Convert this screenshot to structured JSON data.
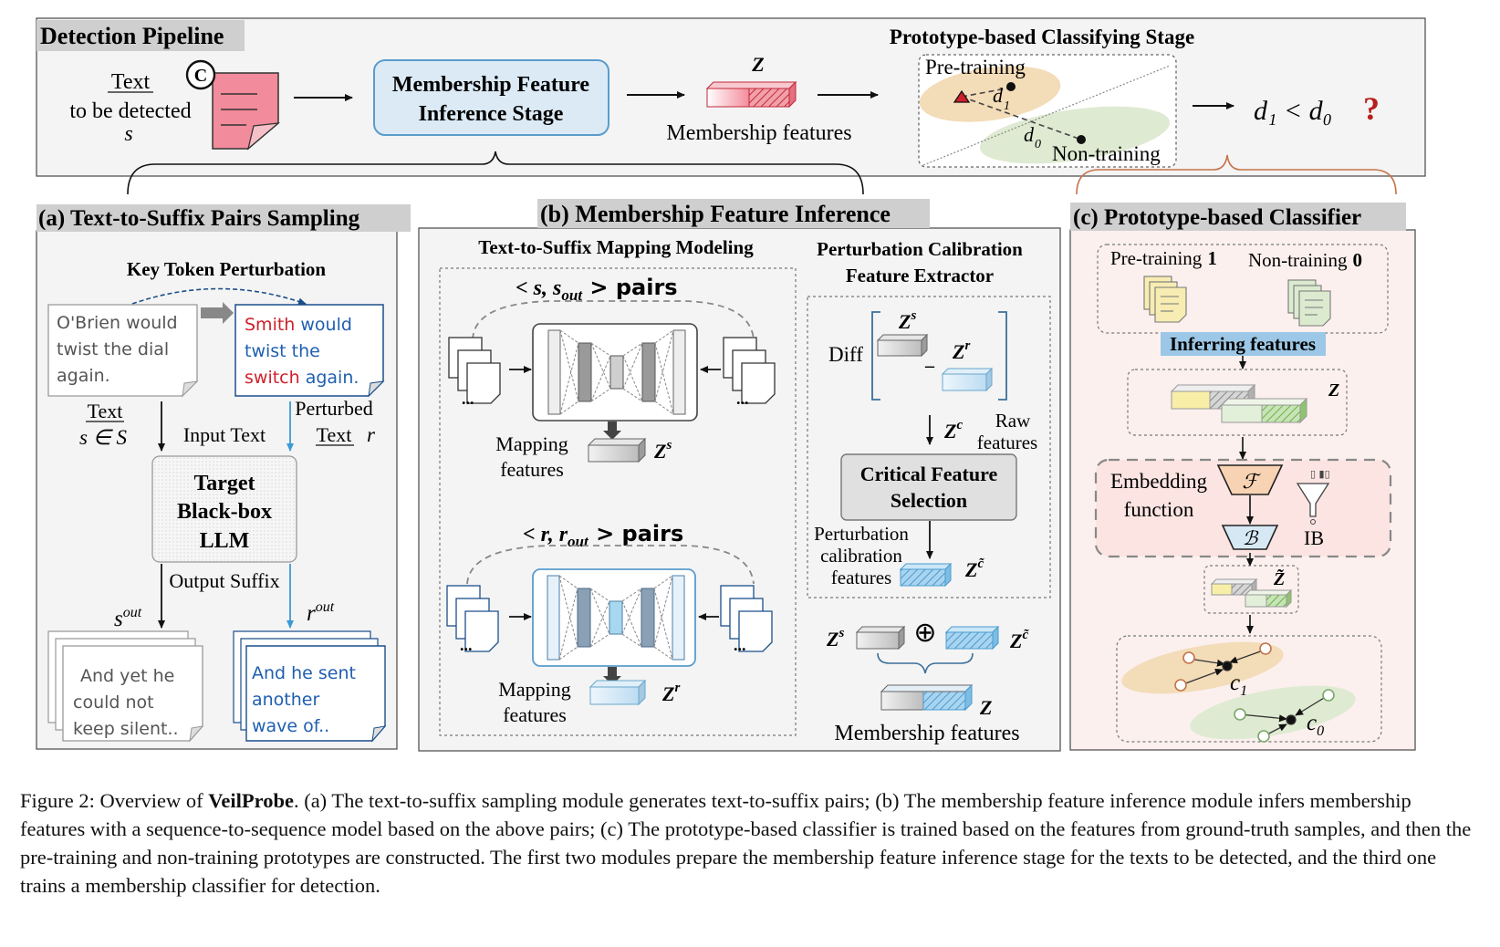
{
  "pipeline": {
    "title": "Detection Pipeline",
    "text_label": "Text",
    "to_be_detected": "to be detected",
    "s_symbol": "s",
    "copyright_symbol": "©",
    "inference_stage": [
      "Membership Feature",
      "Inference Stage"
    ],
    "z_label": "Z",
    "membership_features": "Membership features",
    "classifying_stage": "Prototype-based Classifying Stage",
    "pre_training": "Pre-training",
    "non_training": "Non-training",
    "d1": "d",
    "d1_sub": "1",
    "d0": "d",
    "d0_sub": "0",
    "question": "d₁ < d₀",
    "question_mark": "?"
  },
  "panel_a": {
    "title": "(a) Text-to-Suffix Pairs Sampling",
    "key_token": "Key Token Perturbation",
    "original_text": [
      "O'Brien would",
      "twist the dial",
      "again."
    ],
    "perturbed_line1_red": "Smith",
    "perturbed_line1_blue": " would",
    "perturbed_line2": "twist the",
    "perturbed_line3_red": "switch",
    "perturbed_line3_blue": " again.",
    "text_label": "Text",
    "s_in_S": "s ∈ S",
    "input_text": "Input Text",
    "perturbed_label": "Perturbed",
    "perturbed_text": "Text",
    "r_symbol": "r",
    "llm": [
      "Target",
      "Black-box",
      "LLM"
    ],
    "output_suffix": "Output Suffix",
    "s_out": "s",
    "r_out": "r",
    "out_sup": "out",
    "suffix_s": [
      "And yet he",
      "could not",
      "keep silent.."
    ],
    "suffix_r": [
      "And he sent",
      "another",
      "wave of.."
    ]
  },
  "panel_b": {
    "title": "(b) Membership Feature Inference",
    "mapping_title": "Text-to-Suffix Mapping Modeling",
    "pairs_s": "< s, s",
    "pairs_s_sub": "out",
    "pairs_end": " > pairs",
    "pairs_r": "< r, r",
    "mapping_features": [
      "Mapping",
      "features"
    ],
    "zs": "Z",
    "zs_sup": "s",
    "zr": "Z",
    "zr_sup": "r",
    "ellipsis": "...",
    "calib_title": [
      "Perturbation Calibration",
      "Feature Extractor"
    ],
    "diff": "Diff",
    "zc": "Z",
    "zc_sup": "c",
    "raw_features": [
      "Raw",
      "features"
    ],
    "critical": [
      "Critical Feature",
      "Selection"
    ],
    "perturbation_calib": [
      "Perturbation",
      "calibration",
      "features"
    ],
    "zctilde_sup": "c̃",
    "oplus": "⊕",
    "z": "Z",
    "membership_features": "Membership features"
  },
  "panel_c": {
    "title": "(c) Prototype-based Classifier",
    "pre_training": "Pre-training",
    "pre_label": "1",
    "non_training": "Non-training",
    "non_label": "0",
    "inferring": "Inferring features",
    "z": "Z",
    "embedding": [
      "Embedding",
      "function"
    ],
    "f_symbol": "ℱ",
    "b_symbol": "ℬ",
    "ib": "IB",
    "ztilde": "Z̃",
    "c1": "c",
    "c1_sub": "1",
    "c0": "c",
    "c0_sub": "0"
  },
  "caption": {
    "prefix": "Figure 2: Overview of ",
    "name": "VeilProbe",
    "body": ". (a) The text-to-suffix sampling module generates text-to-suffix pairs; (b) The membership feature inference module infers membership features with a sequence-to-sequence model based on the above pairs; (c) The prototype-based classifier is trained based on the features from ground-truth samples, and then the pre-training and non-training prototypes are constructed. The first two modules prepare the membership feature inference stage for the texts to be detected, and the third one trains a membership classifier for detection."
  },
  "colors": {
    "panel_bg": "#f4f4f4",
    "title_bg": "#cfcfcf",
    "stage_box": "#dceaf5",
    "stage_border": "#5a9ccc",
    "red_doc": "#f28b9b",
    "pre_region": "#f3dcb8",
    "non_region": "#dfead2",
    "blue_text": "#1f5fb0",
    "red_text": "#d0202a",
    "arrow_blue": "#3b9ad6",
    "pink_bg": "#fdeeea",
    "dark_red": "#b81e1e"
  }
}
